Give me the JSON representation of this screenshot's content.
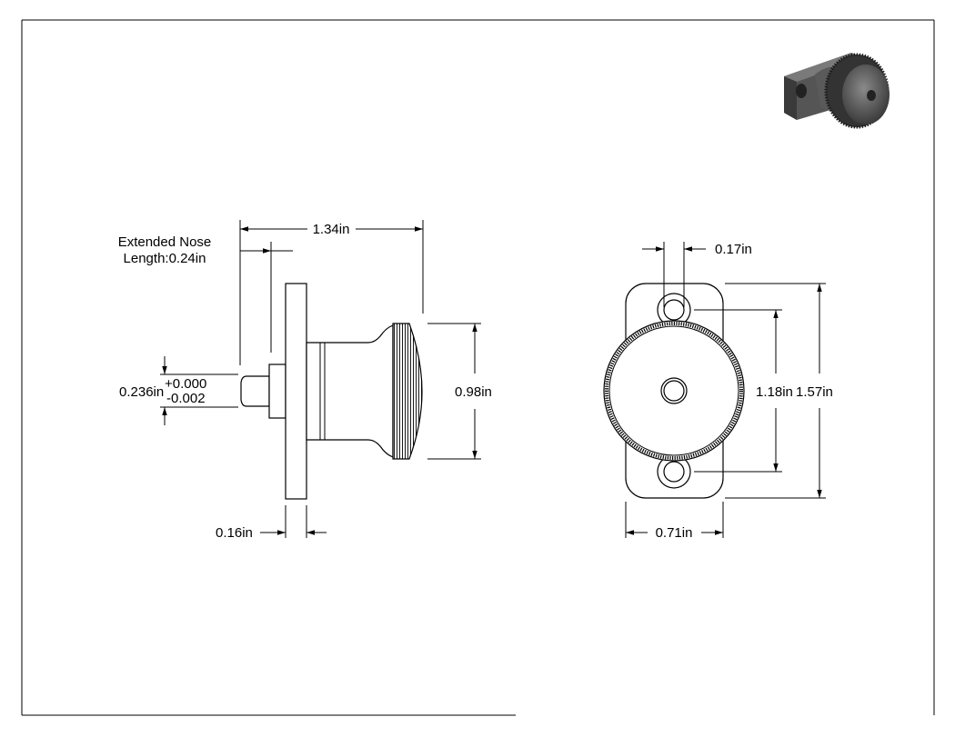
{
  "drawing": {
    "dimensions": {
      "overall_length": "1.34in",
      "nose_length_line1": "Extended Nose",
      "nose_length_line2": "Length:0.24in",
      "pin_diameter": "0.236in",
      "tolerance_plus": "+0.000",
      "tolerance_minus": "-0.002",
      "knob_diameter": "0.98in",
      "flange_thickness": "0.16in",
      "hole_diameter": "0.17in",
      "hole_spacing": "1.18in",
      "flange_height": "1.57in",
      "flange_width": "0.71in"
    },
    "colors": {
      "line": "#000000",
      "background": "#ffffff",
      "render_body": "#4a4a4a"
    }
  }
}
